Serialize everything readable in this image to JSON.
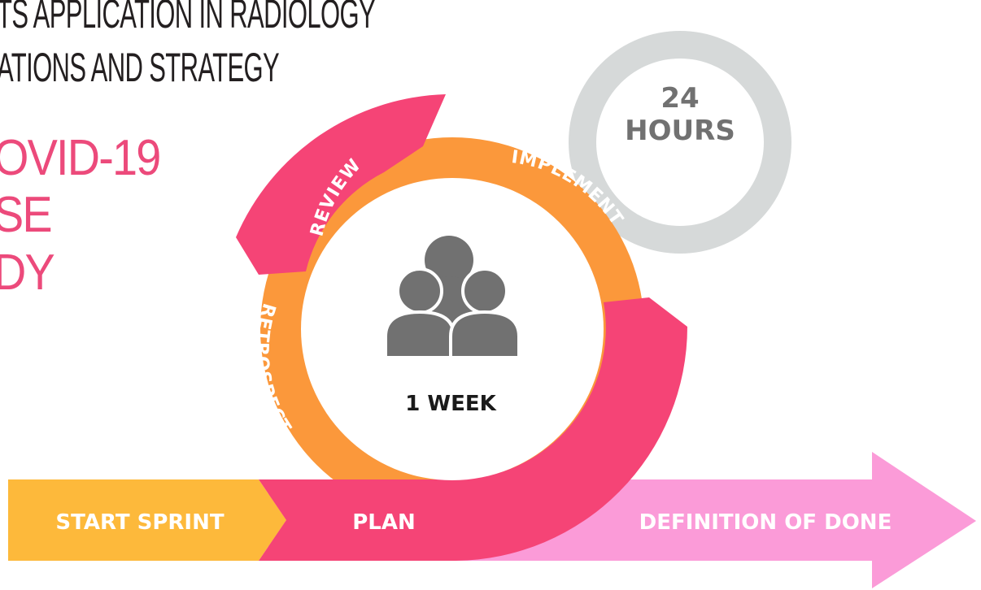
{
  "header": {
    "title_line_1": "TS APPLICATION IN RADIOLOGY",
    "title_line_2": "ATIONS AND STRATEGY",
    "subtitle_lines": [
      "OVID-19",
      "SE",
      "DY"
    ]
  },
  "diagram": {
    "cycle_steps": [
      "REVIEW",
      "IMPLEMENT",
      "RETROSPECT",
      "PLAN"
    ],
    "center_label": "1 WEEK",
    "center_icon": "team-people-icon",
    "daily_cycle": [
      "24",
      "HOURS"
    ],
    "timeline": [
      "START SPRINT",
      "PLAN",
      "DEFINITION OF DONE"
    ]
  },
  "colors": {
    "pink": "#f54476",
    "orange": "#fb983b",
    "yellow": "#fdb93b",
    "light_pink": "#fb9bd8",
    "gray_ring": "#d6d9d9",
    "icon_gray": "#717171",
    "subtitle_pink": "#ec4a7b",
    "title_dark": "#231f20"
  }
}
